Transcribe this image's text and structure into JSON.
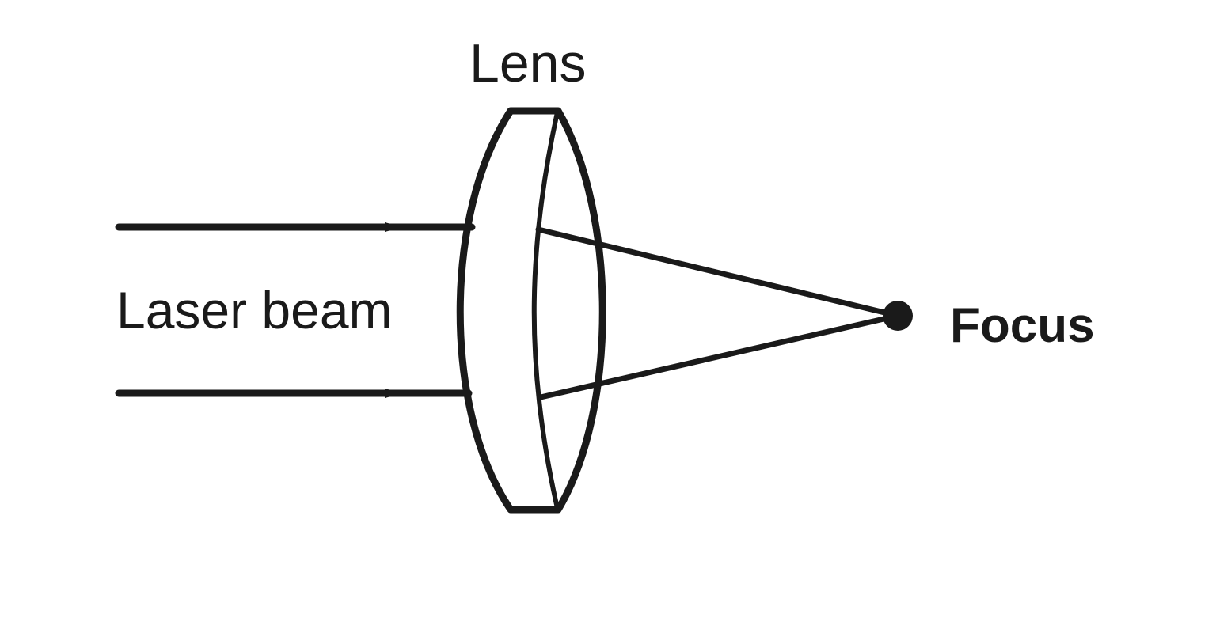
{
  "diagram": {
    "labels": {
      "lens": "Lens",
      "laser_beam": "Laser beam",
      "focus": "Focus"
    },
    "colors": {
      "ink": "#1a1a1a",
      "background": "#ffffff"
    }
  }
}
